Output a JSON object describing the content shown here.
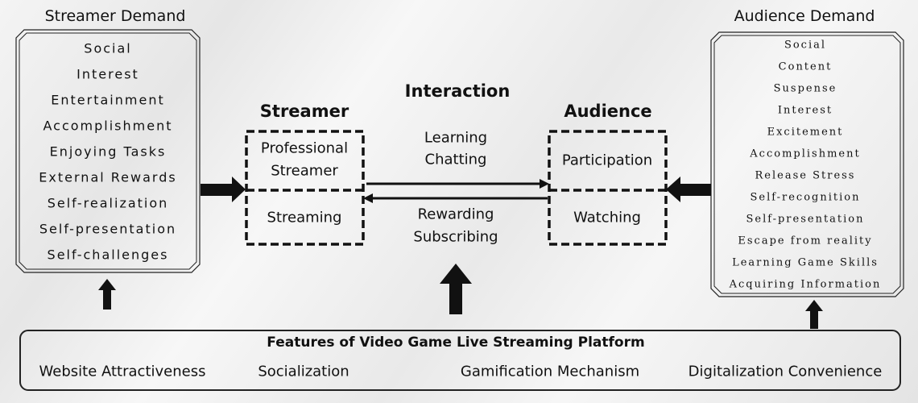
{
  "streamer_demand": {
    "title": "Streamer Demand",
    "items": [
      "Social",
      "Interest",
      "Entertainment",
      "Accomplishment",
      "Enjoying Tasks",
      "External Rewards",
      "Self-realization",
      "Self-presentation",
      "Self-challenges"
    ]
  },
  "audience_demand": {
    "title": "Audience Demand",
    "items": [
      "Social",
      "Content",
      "Suspense",
      "Interest",
      "Excitement",
      "Accomplishment",
      "Release Stress",
      "Self-recognition",
      "Self-presentation",
      "Escape from reality",
      "Learning Game Skills",
      "Acquiring Information"
    ]
  },
  "streamer": {
    "title": "Streamer",
    "top": [
      "Professional",
      "Streamer"
    ],
    "bottom": "Streaming"
  },
  "audience": {
    "title": "Audience",
    "top": "Participation",
    "bottom": "Watching"
  },
  "interaction": {
    "title": "Interaction",
    "upper": [
      "Learning",
      "Chatting"
    ],
    "lower": [
      "Rewarding",
      "Subscribing"
    ]
  },
  "platform": {
    "title": "Features of Video Game Live Streaming Platform",
    "items": [
      "Website Attractiveness",
      "Socialization",
      "Gamification Mechanism",
      "Digitalization Convenience"
    ]
  }
}
